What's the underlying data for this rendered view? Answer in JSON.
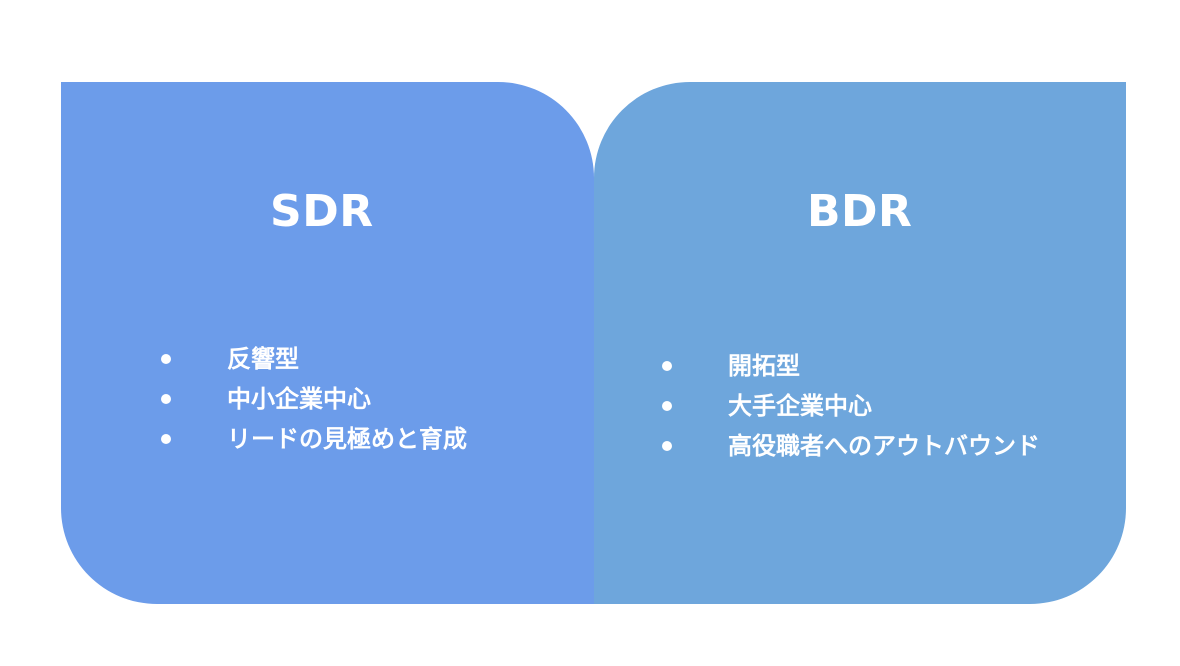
{
  "colors": {
    "left_panel": "#6c9cea",
    "right_panel": "#6ea6dc",
    "text": "#ffffff",
    "background": "#ffffff"
  },
  "left": {
    "title": "SDR",
    "items": [
      "反響型",
      "中小企業中心",
      "リードの見極めと育成"
    ]
  },
  "right": {
    "title": "BDR",
    "items": [
      "開拓型",
      "大手企業中心",
      "高役職者へのアウトバウンド"
    ]
  }
}
